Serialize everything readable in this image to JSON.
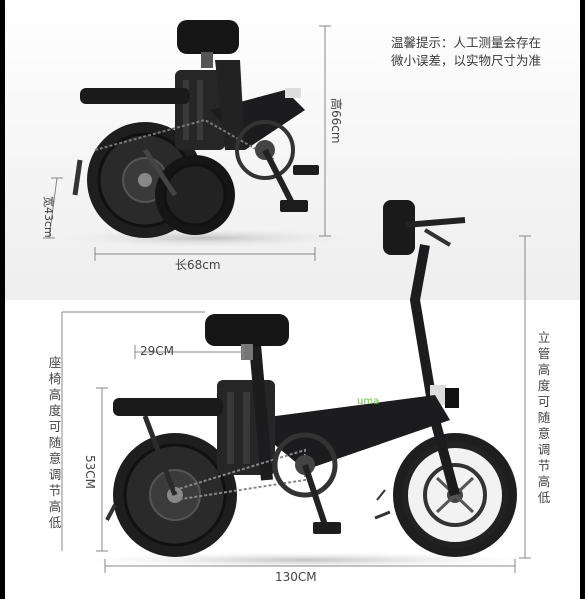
{
  "note": {
    "line1": "温馨提示：人工测量会存在",
    "line2": "微小误差，以实物尺寸为准"
  },
  "folded": {
    "height_label": "高66cm",
    "width_label": "宽43cm",
    "length_label": "长68cm"
  },
  "unfolded": {
    "seat_label": "29CM",
    "seat_height_label": "53CM",
    "seat_adjust_note": "座椅高度可随意调节高低",
    "stem_adjust_note": "立管高度可随意调节高低",
    "length_label": "130CM",
    "brand_text": "uma"
  },
  "colors": {
    "frame": "#1c1c1e",
    "tire": "#202020",
    "accent": "#6abf3a",
    "dimension_line": "#888888"
  }
}
